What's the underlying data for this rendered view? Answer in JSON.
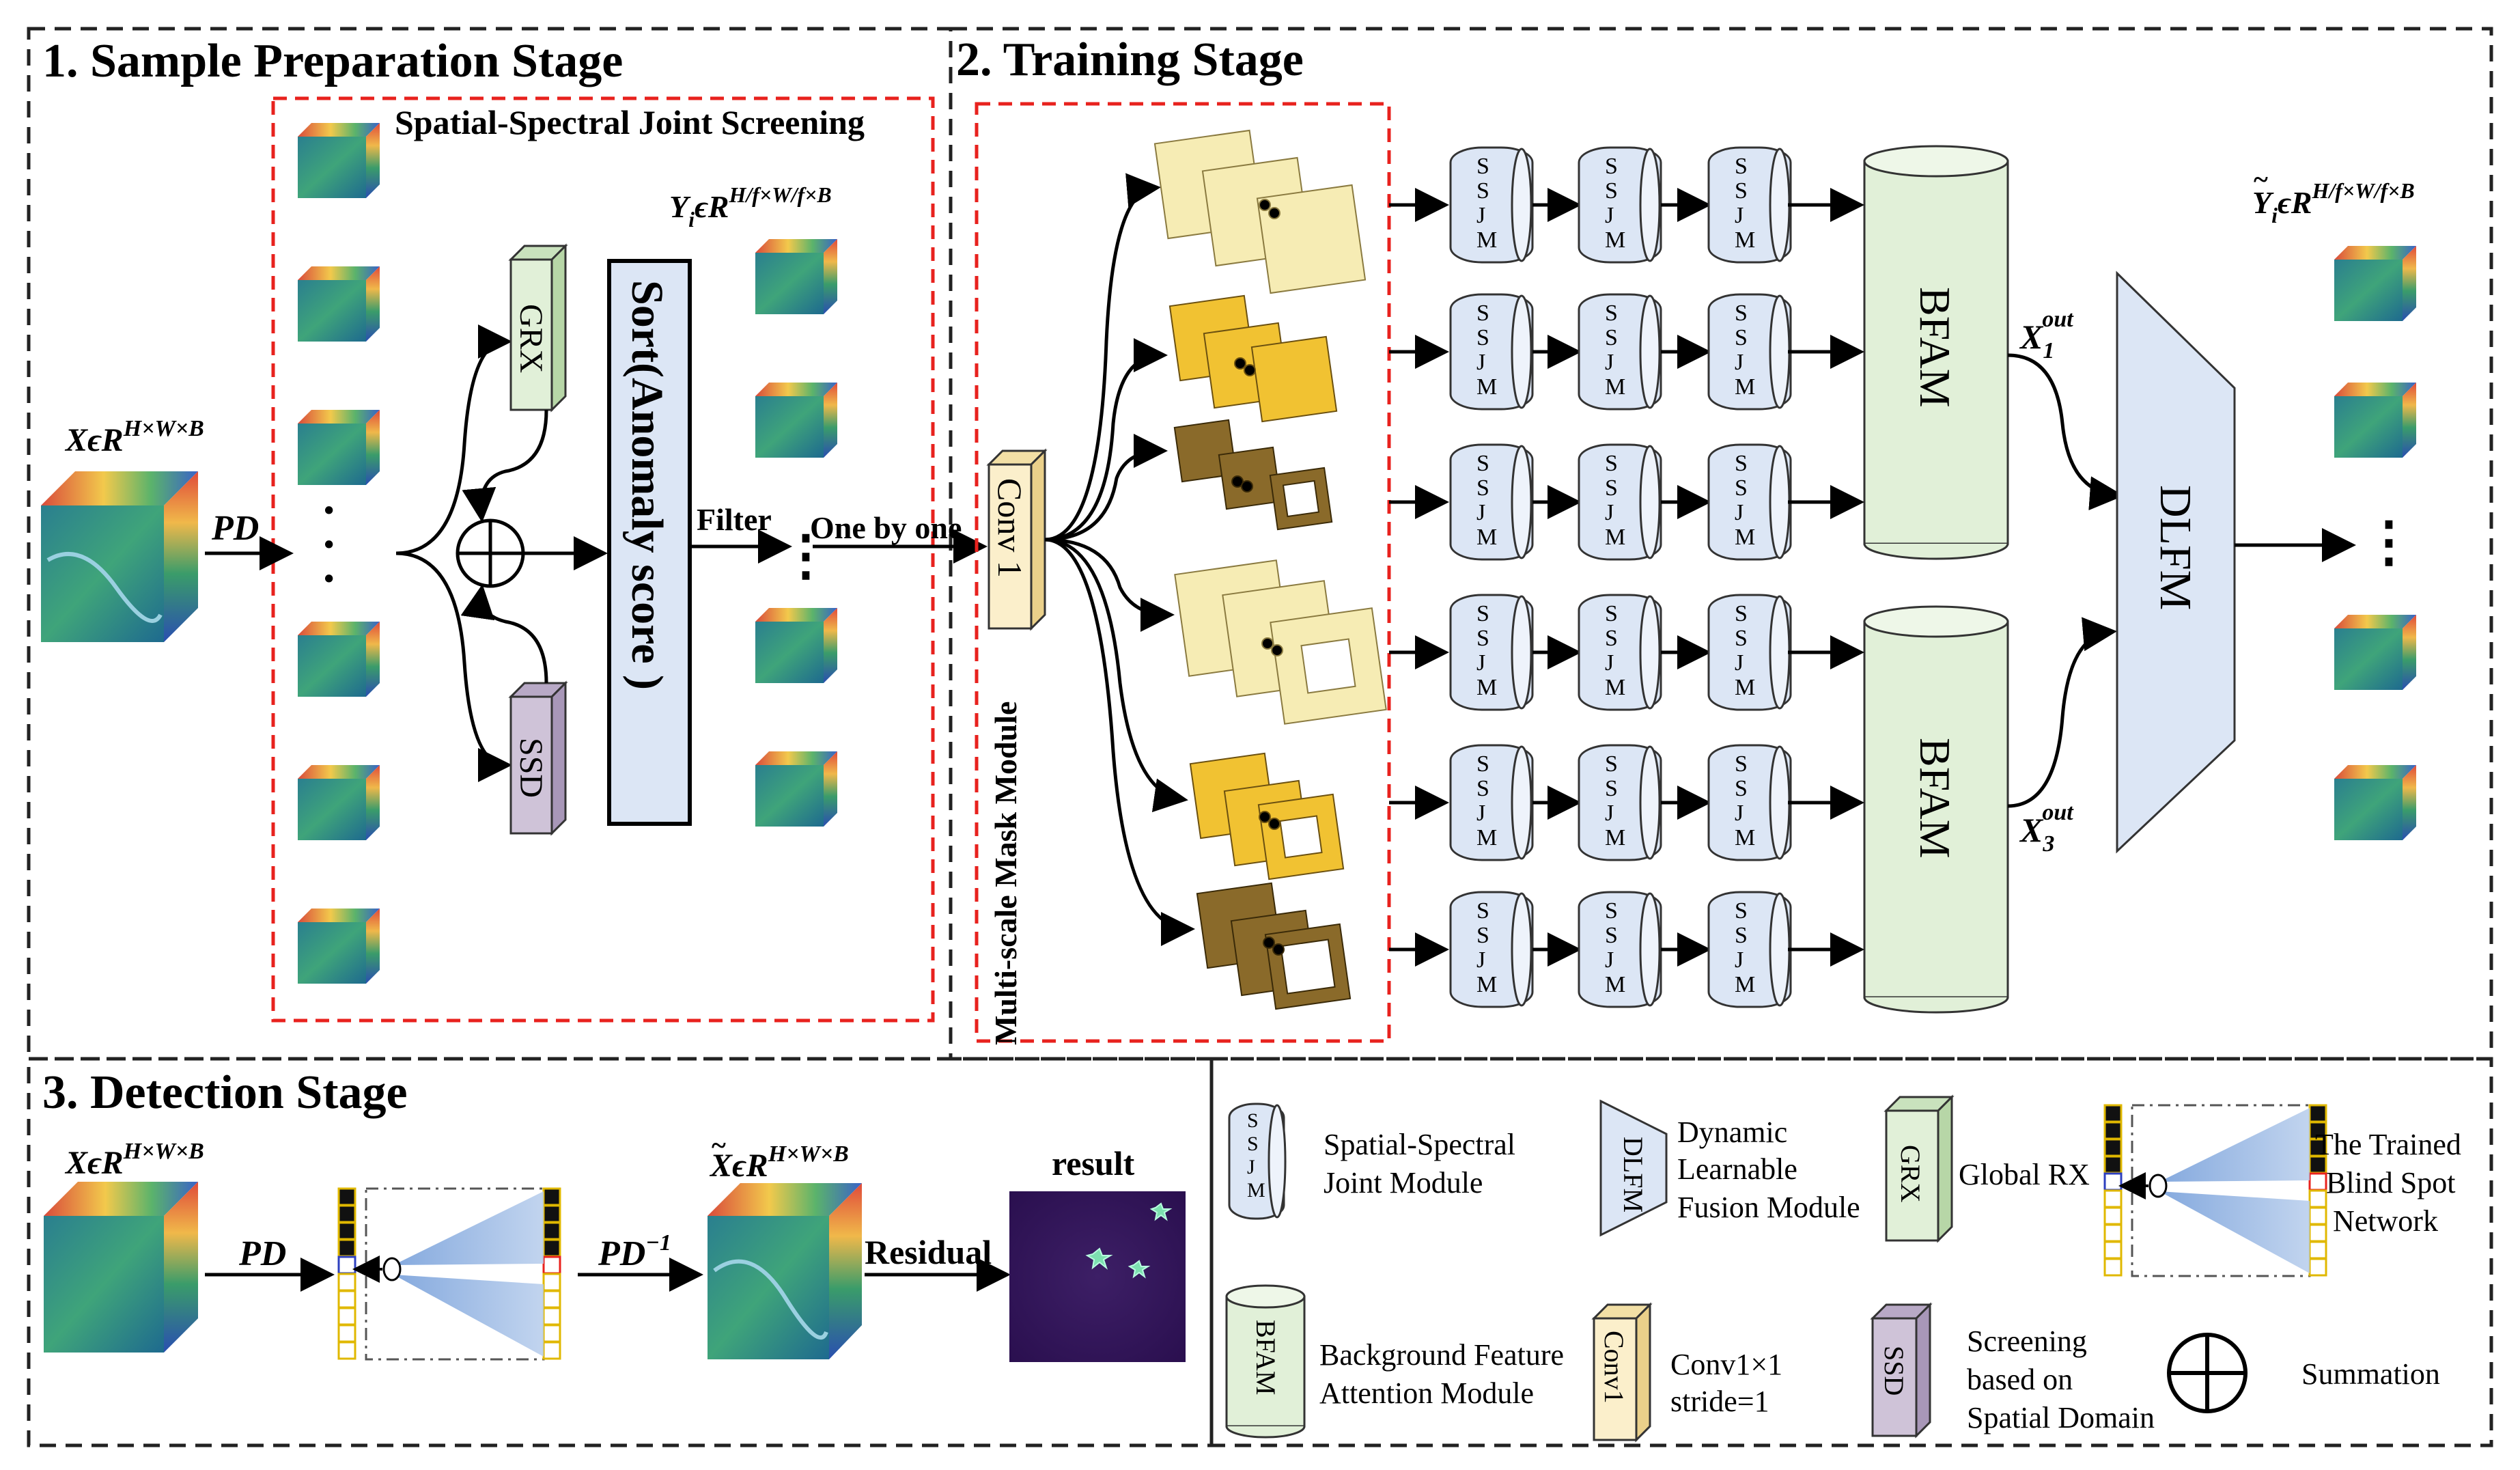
{
  "stages": {
    "s1": "1. Sample Preparation Stage",
    "s2": "2. Training Stage",
    "s3": "3. Detection Stage"
  },
  "stage1": {
    "screening_title": "Spatial-Spectral Joint Screening",
    "input_label": "XϵR",
    "input_sup": "H×W×B",
    "pd": "PD",
    "grx": "GRX",
    "ssd": "SSD",
    "sort": "Sort(Anomaly score )",
    "filter": "Filter",
    "one_by_one": "One by one",
    "output_label": "Y",
    "output_sub": "i",
    "output_mid": "ϵR",
    "output_sup": "H/f×W/f×B",
    "dots": "⋮"
  },
  "stage2": {
    "conv": "Conv 1",
    "mmm": "Multi-scale Mask Module",
    "ssjm": [
      "S",
      "S",
      "J",
      "M"
    ],
    "bfam": "BFAM",
    "dlfm": "DLFM",
    "x1": "X",
    "x1_sub": "1",
    "x3": "X",
    "x3_sub": "3",
    "x_sup": "out",
    "out_label": "Y",
    "out_sub": "i",
    "out_mid": "ϵR",
    "out_sup": "H/f×W/f×B",
    "out_tilde": "~",
    "dots": "⋮"
  },
  "stage3": {
    "input_label": "XϵR",
    "input_sup": "H×W×B",
    "pd": "PD",
    "pdinv": "PD",
    "pdinv_sup": "−1",
    "recon_label": "XϵR",
    "recon_sup": "H×W×B",
    "tilde": "~",
    "residual": "Residual",
    "result": "result"
  },
  "legend": {
    "ssjm_text": [
      "Spatial-Spectral",
      "Joint Module"
    ],
    "dlfm_icon": "DLFM",
    "dlfm_text": [
      "Dynamic",
      "Learnable",
      "Fusion  Module"
    ],
    "grx_icon": "GRX",
    "grx_text": "Global RX",
    "bsn_text": [
      "The Trained",
      "Blind Spot",
      "Network"
    ],
    "bfam_icon": "BFAM",
    "bfam_text": [
      "Background Feature",
      "Attention Module"
    ],
    "conv_icon": "Conv1",
    "conv_text": [
      "Conv1×1",
      "stride=1"
    ],
    "ssd_icon": "SSD",
    "ssd_text": [
      "Screening",
      "based on",
      "Spatial Domain"
    ],
    "sum_text": "Summation"
  },
  "colors": {
    "dash": "#222222",
    "red_dash": "#e8221e",
    "green": "#e1f0d8",
    "blue": "#dce6f5",
    "purple": "#cfc3d8",
    "conv": "#fbefcb",
    "mask_light": "#f6ecb4",
    "mask_gold": "#f1c232",
    "mask_brown": "#8a6a2a"
  }
}
